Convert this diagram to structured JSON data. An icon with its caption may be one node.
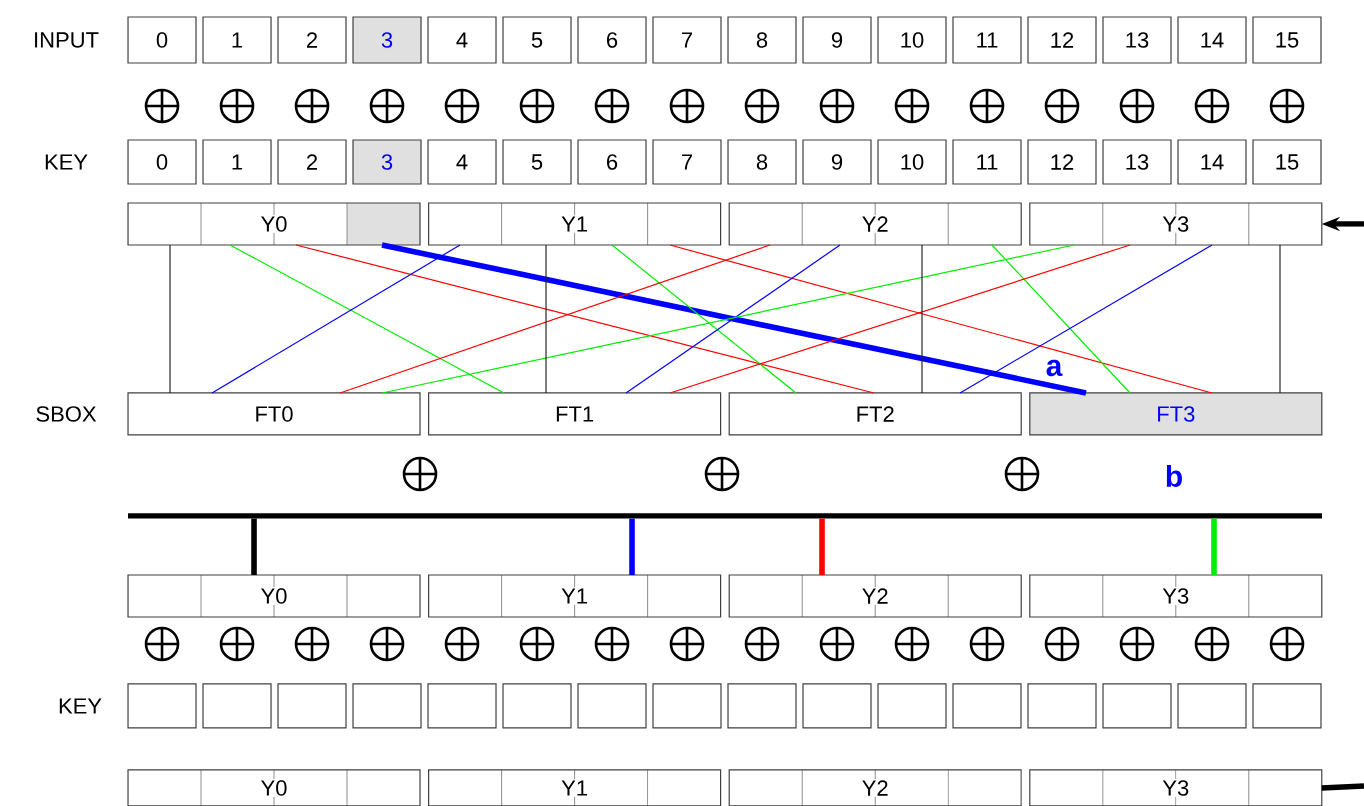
{
  "diagram": {
    "nodes": [
      {
        "text": [
          "0"
        ]
      },
      {
        "text": [
          "1"
        ]
      },
      {
        "text": [
          "2"
        ]
      },
      {
        "text": [
          "3"
        ]
      },
      {
        "text": [
          "4"
        ]
      },
      {
        "text": [
          "5"
        ]
      },
      {
        "text": [
          "6"
        ]
      },
      {
        "text": [
          "7"
        ]
      },
      {
        "text": [
          "8"
        ]
      },
      {
        "text": [
          "9"
        ]
      },
      {
        "text": [
          "10"
        ]
      },
      {
        "text": [
          "11"
        ]
      },
      {
        "text": [
          "12"
        ]
      },
      {
        "text": [
          "13"
        ]
      },
      {
        "text": [
          "14"
        ]
      },
      {
        "text": [
          "15"
        ]
      },
      {
        "text": [
          "0"
        ]
      },
      {
        "text": [
          "1"
        ]
      },
      {
        "text": [
          "2"
        ]
      },
      {
        "text": [
          "3"
        ]
      },
      {
        "text": [
          "4"
        ]
      },
      {
        "text": [
          "5"
        ]
      },
      {
        "text": [
          "6"
        ]
      },
      {
        "text": [
          "7"
        ]
      },
      {
        "text": [
          "8"
        ]
      },
      {
        "text": [
          "9"
        ]
      },
      {
        "text": [
          "10"
        ]
      },
      {
        "text": [
          "11"
        ]
      },
      {
        "text": [
          "12"
        ]
      },
      {
        "text": [
          "13"
        ]
      },
      {
        "text": [
          "14"
        ]
      },
      {
        "text": [
          "15"
        ]
      },
      {
        "text": [
          "Y0"
        ]
      },
      {
        "text": [
          "Y1"
        ]
      },
      {
        "text": [
          "Y2"
        ]
      },
      {
        "text": [
          "Y3"
        ]
      },
      {
        "text": [
          "FT0"
        ]
      },
      {
        "text": [
          "FT1"
        ]
      },
      {
        "text": [
          "FT2"
        ]
      },
      {
        "text": [
          "FT3"
        ]
      },
      {
        "text": [],
        "shape": "bar"
      },
      {
        "text": [
          "Y0"
        ]
      },
      {
        "text": [
          "Y1"
        ]
      },
      {
        "text": [
          "Y2"
        ]
      },
      {
        "text": [
          "Y3"
        ]
      },
      {
        "text": [],
        "shape": "box"
      },
      {
        "text": [],
        "shape": "box"
      },
      {
        "text": [],
        "shape": "box"
      },
      {
        "text": [],
        "shape": "box"
      },
      {
        "text": [],
        "shape": "box"
      },
      {
        "text": [],
        "shape": "box"
      },
      {
        "text": [],
        "shape": "box"
      },
      {
        "text": [],
        "shape": "box"
      },
      {
        "text": [],
        "shape": "box"
      },
      {
        "text": [],
        "shape": "box"
      },
      {
        "text": [],
        "shape": "box"
      },
      {
        "text": [],
        "shape": "box"
      },
      {
        "text": [],
        "shape": "box"
      },
      {
        "text": [],
        "shape": "box"
      },
      {
        "text": [],
        "shape": "box"
      },
      {
        "text": [],
        "shape": "box"
      },
      {
        "text": [
          "Y0"
        ]
      },
      {
        "text": [
          "Y1"
        ]
      },
      {
        "text": [
          "Y2"
        ]
      },
      {
        "text": [
          "Y3"
        ]
      }
    ],
    "edges": [
      {
        "from": 32,
        "to": 37,
        "arrow": "none",
        "color": "#00ee00"
      },
      {
        "from": 32,
        "to": 38,
        "arrow": "none",
        "color": "#ff0000"
      },
      {
        "from": 32,
        "to": 39,
        "arrow": "none",
        "color": "#0000ff",
        "style": "thick",
        "label": "a"
      },
      {
        "from": 33,
        "to": 36,
        "arrow": "none",
        "color": "#0000ff"
      },
      {
        "from": 33,
        "to": 38,
        "arrow": "none",
        "color": "#00ee00"
      },
      {
        "from": 33,
        "to": 39,
        "arrow": "none",
        "color": "#ff0000"
      },
      {
        "from": 34,
        "to": 36,
        "arrow": "none",
        "color": "#ff0000"
      },
      {
        "from": 34,
        "to": 37,
        "arrow": "none",
        "color": "#0000ff"
      },
      {
        "from": 34,
        "to": 39,
        "arrow": "none",
        "color": "#00ee00"
      },
      {
        "from": 35,
        "to": 36,
        "arrow": "none",
        "color": "#00ee00"
      },
      {
        "from": 35,
        "to": 37,
        "arrow": "none",
        "color": "#ff0000"
      },
      {
        "from": 35,
        "to": 38,
        "arrow": "none",
        "color": "#0000ff"
      },
      {
        "from": 32,
        "to": 36,
        "arrow": "none",
        "color": "#262626"
      },
      {
        "from": 33,
        "to": 37,
        "arrow": "none",
        "color": "#262626"
      },
      {
        "from": 34,
        "to": 38,
        "arrow": "none",
        "color": "#262626"
      },
      {
        "from": 35,
        "to": 39,
        "arrow": "none",
        "color": "#262626"
      },
      {
        "from": null,
        "to": 35,
        "arrow": "to",
        "style": "thick",
        "color": "#000000"
      },
      {
        "from": 40,
        "to": 41,
        "arrow": "none",
        "style": "thick",
        "color": "#000000"
      },
      {
        "from": 40,
        "to": 42,
        "arrow": "none",
        "style": "thick",
        "color": "#0000ff"
      },
      {
        "from": 40,
        "to": 43,
        "arrow": "none",
        "style": "thick",
        "color": "#ff0000"
      },
      {
        "from": 40,
        "to": 44,
        "arrow": "none",
        "style": "thick",
        "color": "#00ee00"
      },
      {
        "from": 64,
        "to": null,
        "arrow": "none",
        "style": "thick",
        "color": "#000000"
      }
    ],
    "labels": [
      "INPUT",
      "KEY",
      "SBOX",
      "b",
      "KEY"
    ]
  }
}
